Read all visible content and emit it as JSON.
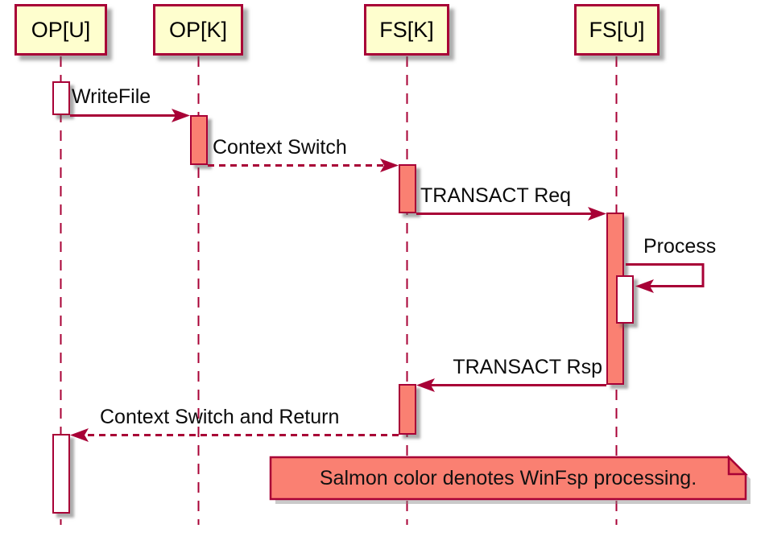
{
  "diagram": {
    "type": "uml-sequence-diagram",
    "participants": [
      {
        "id": "OPU",
        "label": "OP[U]"
      },
      {
        "id": "OPK",
        "label": "OP[K]"
      },
      {
        "id": "FSK",
        "label": "FS[K]"
      },
      {
        "id": "FSU",
        "label": "FS[U]"
      }
    ],
    "messages": [
      {
        "label": "WriteFile",
        "from": "OP[U]",
        "to": "OP[K]",
        "style": "solid"
      },
      {
        "label": "Context Switch",
        "from": "OP[K]",
        "to": "FS[K]",
        "style": "dashed"
      },
      {
        "label": "TRANSACT Req",
        "from": "FS[K]",
        "to": "FS[U]",
        "style": "solid"
      },
      {
        "label": "Process",
        "from": "FS[U]",
        "to": "FS[U]",
        "style": "solid-self"
      },
      {
        "label": "TRANSACT Rsp",
        "from": "FS[U]",
        "to": "FS[K]",
        "style": "solid"
      },
      {
        "label": "Context Switch and Return",
        "from": "FS[K]",
        "to": "OP[U]",
        "style": "dashed"
      }
    ],
    "note": {
      "text": "Salmon color denotes WinFsp processing.",
      "fill": "#FA8072"
    },
    "colors": {
      "line_and_border": "#A80036",
      "participant_fill": "#FEFECE",
      "activation_salmon": "#FA8072",
      "activation_white": "#FFFFFF",
      "text": "#000000",
      "shadow": "#888888",
      "background": "#FFFFFF"
    }
  }
}
